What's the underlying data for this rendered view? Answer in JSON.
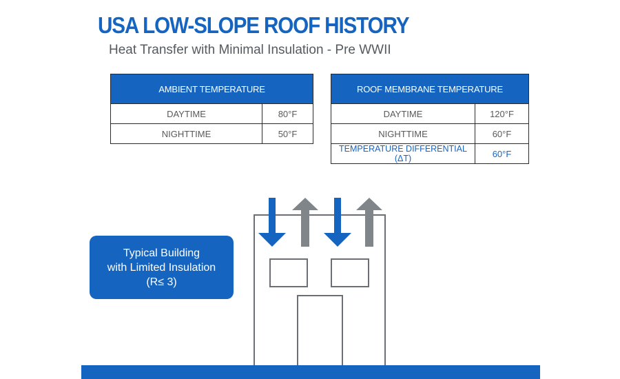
{
  "title": "USA LOW-SLOPE ROOF HISTORY",
  "subtitle": "Heat Transfer with Minimal Insulation - Pre WWII",
  "ambient_table": {
    "header": "AMBIENT TEMPERATURE",
    "rows": [
      {
        "label": "DAYTIME",
        "value": "80°F"
      },
      {
        "label": "NIGHTTIME",
        "value": "50°F"
      }
    ]
  },
  "membrane_table": {
    "header": "ROOF MEMBRANE TEMPERATURE",
    "rows": [
      {
        "label": "DAYTIME",
        "value": "120°F"
      },
      {
        "label": "NIGHTTIME",
        "value": "60°F"
      }
    ],
    "differential": {
      "label": "TEMPERATURE DIFFERENTIAL (ΔT)",
      "value": "60°F"
    }
  },
  "callout": {
    "line1": "Typical Building",
    "line2": "with Limited Insulation",
    "line3": "(R≤ 3)"
  },
  "colors": {
    "brand_blue": "#1565c0",
    "arrow_gray": "#808589",
    "outline_gray": "#6b6e72"
  },
  "icons": {
    "heat_in": "arrow-down-icon",
    "heat_out": "arrow-up-icon"
  }
}
